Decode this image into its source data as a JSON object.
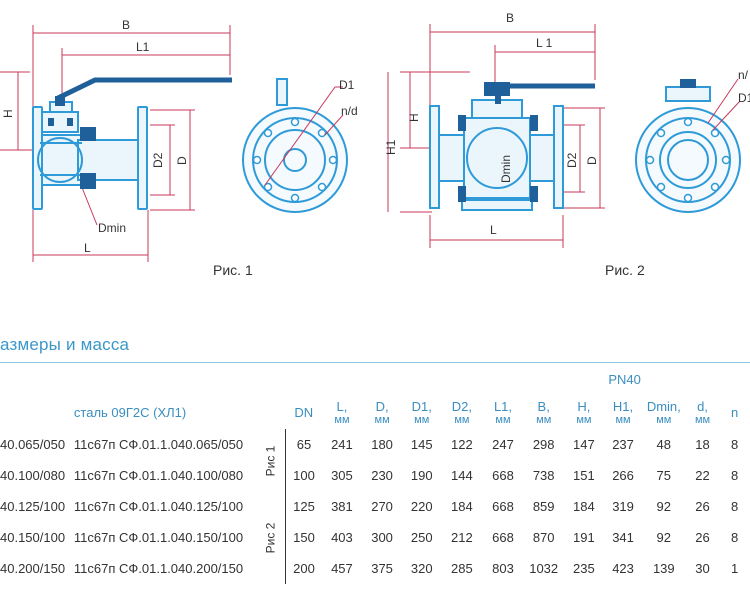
{
  "figures": {
    "fig1": {
      "caption": "Рис. 1",
      "labels": {
        "B": "B",
        "L1": "L1",
        "H": "H",
        "D1": "D1",
        "nd": "n/d",
        "D2": "D2",
        "D": "D",
        "L": "L",
        "Dmin": "Dmin"
      }
    },
    "fig2": {
      "caption": "Рис. 2",
      "labels": {
        "B": "B",
        "L1": "L 1",
        "H": "H",
        "H1": "H1",
        "Dmin": "Dmin",
        "D2": "D2",
        "D": "D",
        "L": "L",
        "nd": "n/",
        "D1": "D1"
      }
    }
  },
  "section_title": "азмеры и масса",
  "table": {
    "pn_header": "PN40",
    "steel_header": "сталь 09Г2С (ХЛ1)",
    "columns": [
      {
        "name": "DN",
        "unit": ""
      },
      {
        "name": "L,",
        "unit": "мм"
      },
      {
        "name": "D,",
        "unit": "мм"
      },
      {
        "name": "D1,",
        "unit": "мм"
      },
      {
        "name": "D2,",
        "unit": "мм"
      },
      {
        "name": "L1,",
        "unit": "мм"
      },
      {
        "name": "B,",
        "unit": "мм"
      },
      {
        "name": "H,",
        "unit": "мм"
      },
      {
        "name": "H1,",
        "unit": "мм"
      },
      {
        "name": "Dmin,",
        "unit": "мм"
      },
      {
        "name": "d,",
        "unit": "мм"
      },
      {
        "name": "n",
        "unit": ""
      }
    ],
    "group_labels": [
      "Рис 1",
      "Рис 2"
    ],
    "rows": [
      {
        "code1": "40.065/050",
        "code2": "11с67п СФ.01.1.040.065/050",
        "values": [
          "65",
          "241",
          "180",
          "145",
          "122",
          "247",
          "298",
          "147",
          "237",
          "48",
          "18",
          "8"
        ]
      },
      {
        "code1": "40.100/080",
        "code2": "11с67п СФ.01.1.040.100/080",
        "values": [
          "100",
          "305",
          "230",
          "190",
          "144",
          "668",
          "738",
          "151",
          "266",
          "75",
          "22",
          "8"
        ]
      },
      {
        "code1": "40.125/100",
        "code2": "11с67п СФ.01.1.040.125/100",
        "values": [
          "125",
          "381",
          "270",
          "220",
          "184",
          "668",
          "859",
          "184",
          "319",
          "92",
          "26",
          "8"
        ]
      },
      {
        "code1": "40.150/100",
        "code2": "11с67п СФ.01.1.040.150/100",
        "values": [
          "150",
          "403",
          "300",
          "250",
          "212",
          "668",
          "870",
          "191",
          "341",
          "92",
          "26",
          "8"
        ]
      },
      {
        "code1": "40.200/150",
        "code2": "11с67п СФ.01.1.040.200/150",
        "values": [
          "200",
          "457",
          "375",
          "320",
          "285",
          "803",
          "1032",
          "235",
          "423",
          "139",
          "30",
          "1"
        ]
      }
    ]
  },
  "colors": {
    "drawing": "#2f9ad8",
    "dim": "#c8385a",
    "handle": "#1f5f9a",
    "accent": "#3a97c8"
  }
}
